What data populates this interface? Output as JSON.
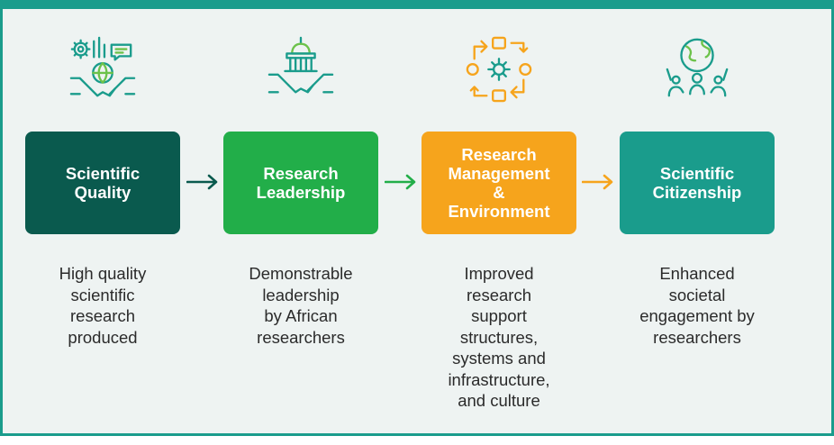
{
  "colors": {
    "frame": "#1a9c8c",
    "background": "#eef3f2",
    "icon_stroke": "#1a9c8c",
    "icon_accent": "#6cc24a",
    "arrow_dark": "#0a5a4e",
    "arrow_green": "#22ae49",
    "arrow_orange": "#f6a41c"
  },
  "steps": [
    {
      "title": "Scientific\nQuality",
      "description": "High quality\nscientific\nresearch\nproduced",
      "color": "#0a5a4e",
      "icon": "handshake-globe-chart-icon"
    },
    {
      "title": "Research\nLeadership",
      "description": "Demonstrable\nleadership\nby African\nresearchers",
      "color": "#22ae49",
      "icon": "handshake-capitol-icon"
    },
    {
      "title": "Research\nManagement\n&\nEnvironment",
      "description": "Improved\nresearch\nsupport\nstructures,\nsystems and\ninfrastructure,\nand culture",
      "color": "#f6a41c",
      "icon": "process-cycle-gear-icon"
    },
    {
      "title": "Scientific\nCitizenship",
      "description": "Enhanced\nsocietal\nengagement by\nresearchers",
      "color": "#1a9c8c",
      "icon": "globe-people-icon"
    }
  ]
}
